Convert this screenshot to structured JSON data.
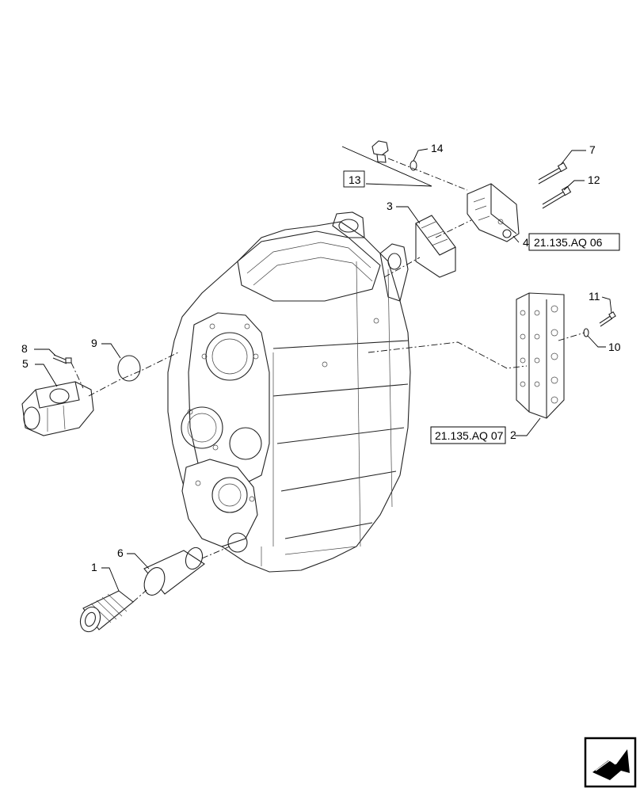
{
  "callouts": {
    "c1": "1",
    "c2": "2",
    "c3": "3",
    "c4": "4",
    "c5": "5",
    "c6": "6",
    "c7": "7",
    "c8": "8",
    "c9": "9",
    "c10": "10",
    "c11": "11",
    "c12": "12",
    "c13": "13",
    "c14": "14"
  },
  "references": {
    "ref_upper": "21.135.AQ 06",
    "ref_lower": "21.135.AQ 07"
  },
  "icons": {
    "navigation": "next-arrow-icon"
  }
}
